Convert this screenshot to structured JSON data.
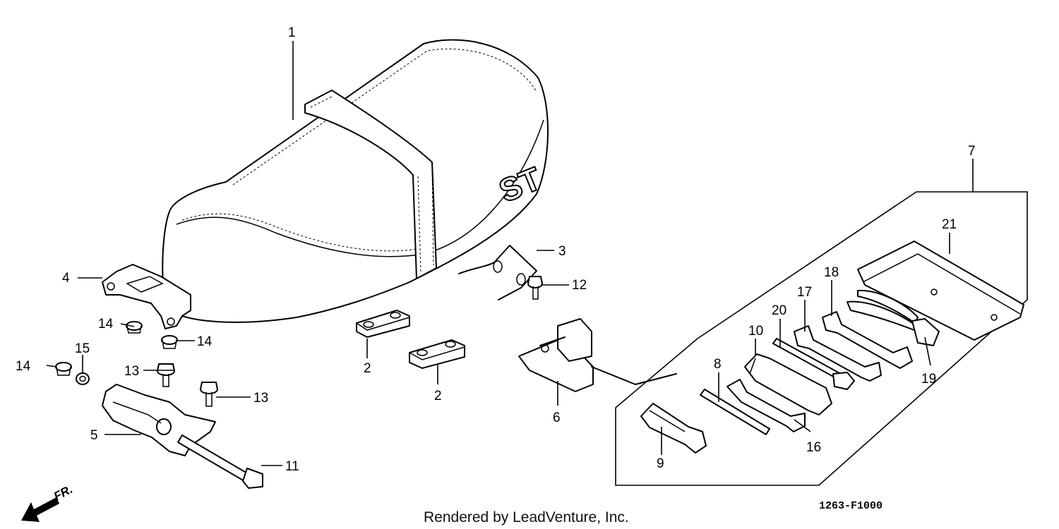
{
  "diagram": {
    "callouts": {
      "c1": "1",
      "c2a": "2",
      "c2b": "2",
      "c3": "3",
      "c4": "4",
      "c5": "5",
      "c6": "6",
      "c7": "7",
      "c8": "8",
      "c9": "9",
      "c10": "10",
      "c11": "11",
      "c12": "12",
      "c13a": "13",
      "c13b": "13",
      "c14a": "14",
      "c14b": "14",
      "c14c": "14",
      "c15": "15",
      "c16": "16",
      "c17": "17",
      "c18": "18",
      "c19": "19",
      "c20": "20",
      "c21": "21"
    },
    "seat_emblem": "ST",
    "front_marker": "FR.",
    "credit": "Rendered by LeadVenture, Inc.",
    "diagram_code": "1263-F1000"
  }
}
